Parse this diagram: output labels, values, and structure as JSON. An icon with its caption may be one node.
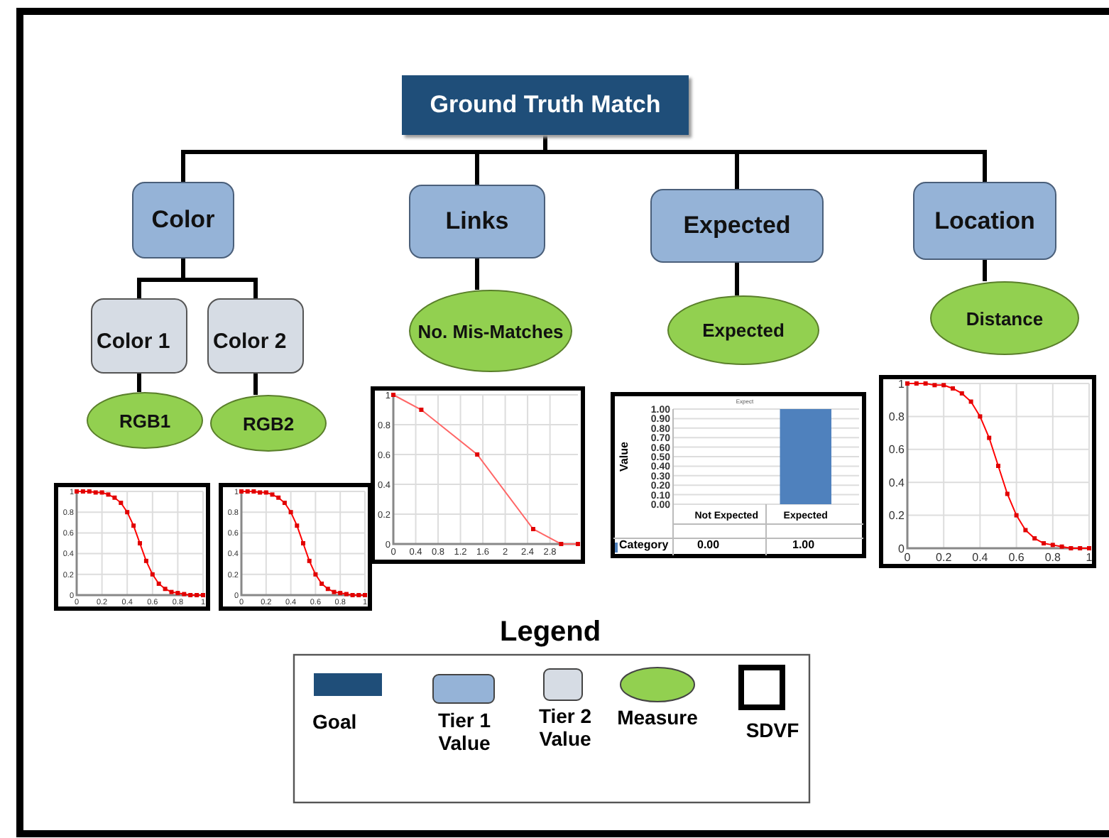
{
  "diagram": {
    "nodes": [
      {
        "text": [
          "Ground Truth Match"
        ]
      },
      {
        "text": [
          "Color"
        ]
      },
      {
        "text": [
          "Links"
        ]
      },
      {
        "text": [
          "Expected"
        ]
      },
      {
        "text": [
          "Location"
        ]
      },
      {
        "text": [
          "Color 1"
        ]
      },
      {
        "text": [
          "Color 2"
        ]
      },
      {
        "text": [
          "RGB1"
        ]
      },
      {
        "text": [
          "RGB2"
        ]
      },
      {
        "text": [
          "No. Mis-Matches"
        ]
      },
      {
        "text": [
          "Expected"
        ]
      },
      {
        "text": [
          "Distance"
        ]
      }
    ],
    "edges": [
      {
        "from": 0,
        "to": 1,
        "arrow": "none"
      },
      {
        "from": 0,
        "to": 2,
        "arrow": "none"
      },
      {
        "from": 0,
        "to": 3,
        "arrow": "none"
      },
      {
        "from": 0,
        "to": 4,
        "arrow": "none"
      },
      {
        "from": 1,
        "to": 5,
        "arrow": "none"
      },
      {
        "from": 1,
        "to": 6,
        "arrow": "none"
      },
      {
        "from": 5,
        "to": 7,
        "arrow": "none"
      },
      {
        "from": 6,
        "to": 8,
        "arrow": "none"
      },
      {
        "from": 2,
        "to": 9,
        "arrow": "none"
      },
      {
        "from": 3,
        "to": 10,
        "arrow": "none"
      },
      {
        "from": 4,
        "to": 11,
        "arrow": "none"
      }
    ],
    "labels": [
      "Legend",
      "Category",
      "0.00",
      "1.00"
    ],
    "legend": [
      {
        "text": "Goal",
        "color": "#1f4e79"
      },
      {
        "text": "Tier 1 Value",
        "color": "#95b3d7"
      },
      {
        "text": "Tier 2 Value",
        "color": "#d6dce4"
      },
      {
        "text": "Measure",
        "color": "#92d050"
      },
      {
        "text": "SDVF"
      }
    ],
    "chart_data": [
      {
        "type": "line",
        "grid": true,
        "x": [
          0,
          0.05,
          0.1,
          0.15,
          0.2,
          0.25,
          0.3,
          0.35,
          0.4,
          0.45,
          0.5,
          0.55,
          0.6,
          0.65,
          0.7,
          0.75,
          0.8,
          0.85,
          0.9,
          0.95,
          1
        ],
        "series": [
          {
            "color": "#ff0000",
            "marker": "square",
            "values": [
              1,
              1,
              1,
              0.99,
              0.99,
              0.97,
              0.94,
              0.89,
              0.8,
              0.67,
              0.5,
              0.33,
              0.2,
              0.11,
              0.06,
              0.03,
              0.02,
              0.01,
              0,
              0,
              0
            ]
          }
        ],
        "xlim": [
          0,
          1
        ],
        "ylim": [
          0,
          1
        ],
        "xticks": [
          0,
          0.2,
          0.4,
          0.6,
          0.8,
          1
        ],
        "yticks": [
          0,
          0.2,
          0.4,
          0.6,
          0.8,
          1
        ]
      },
      {
        "type": "line",
        "grid": true,
        "x": [
          0,
          0.05,
          0.1,
          0.15,
          0.2,
          0.25,
          0.3,
          0.35,
          0.4,
          0.45,
          0.5,
          0.55,
          0.6,
          0.65,
          0.7,
          0.75,
          0.8,
          0.85,
          0.9,
          0.95,
          1
        ],
        "series": [
          {
            "color": "#ff0000",
            "marker": "square",
            "values": [
              1,
              1,
              1,
              0.99,
              0.99,
              0.97,
              0.94,
              0.89,
              0.8,
              0.67,
              0.5,
              0.33,
              0.2,
              0.11,
              0.06,
              0.03,
              0.02,
              0.01,
              0,
              0,
              0
            ]
          }
        ],
        "xlim": [
          0,
          1
        ],
        "ylim": [
          0,
          1
        ],
        "xticks": [
          0,
          0.2,
          0.4,
          0.6,
          0.8,
          1
        ],
        "yticks": [
          0,
          0.2,
          0.4,
          0.6,
          0.8,
          1
        ]
      },
      {
        "type": "line",
        "grid": true,
        "x": [
          0,
          0.5,
          1.5,
          2.5,
          3,
          3.3
        ],
        "series": [
          {
            "color": "#ff6666",
            "marker": "square",
            "values": [
              1,
              0.9,
              0.6,
              0.1,
              0,
              0
            ]
          }
        ],
        "xlim": [
          0,
          3.3
        ],
        "ylim": [
          0,
          1
        ],
        "xticks": [
          0,
          0.4,
          0.8,
          1.2,
          1.6,
          2,
          2.4,
          2.8
        ],
        "yticks": [
          0,
          0.2,
          0.4,
          0.6,
          0.8,
          1
        ]
      },
      {
        "type": "bar",
        "grid": true,
        "title": "Expect",
        "ylabel": "Value",
        "categories": [
          "Not Expected",
          "Expected"
        ],
        "series": [
          {
            "color": "#4f81bd",
            "values": [
              0,
              1
            ]
          }
        ],
        "ylim": [
          0,
          1
        ],
        "yticks": [
          {
            "value": 0,
            "label": "0.00"
          },
          {
            "value": 0.1,
            "label": "0.10"
          },
          {
            "value": 0.2,
            "label": "0.20"
          },
          {
            "value": 0.3,
            "label": "0.30"
          },
          {
            "value": 0.4,
            "label": "0.40"
          },
          {
            "value": 0.5,
            "label": "0.50"
          },
          {
            "value": 0.6,
            "label": "0.60"
          },
          {
            "value": 0.7,
            "label": "0.70"
          },
          {
            "value": 0.8,
            "label": "0.80"
          },
          {
            "value": 0.9,
            "label": "0.90"
          },
          {
            "value": 1,
            "label": "1.00"
          }
        ]
      },
      {
        "type": "line",
        "grid": true,
        "x": [
          0,
          0.05,
          0.1,
          0.15,
          0.2,
          0.25,
          0.3,
          0.35,
          0.4,
          0.45,
          0.5,
          0.55,
          0.6,
          0.65,
          0.7,
          0.75,
          0.8,
          0.85,
          0.9,
          0.95,
          1
        ],
        "series": [
          {
            "color": "#ff0000",
            "marker": "square",
            "values": [
              1,
              1,
              1,
              0.99,
              0.99,
              0.97,
              0.94,
              0.89,
              0.8,
              0.67,
              0.5,
              0.33,
              0.2,
              0.11,
              0.06,
              0.03,
              0.02,
              0.01,
              0,
              0,
              0
            ]
          }
        ],
        "xlim": [
          0,
          1
        ],
        "ylim": [
          0,
          1
        ],
        "xticks": [
          0,
          0.2,
          0.4,
          0.6,
          0.8,
          1
        ],
        "yticks": [
          0,
          0.2,
          0.4,
          0.6,
          0.8,
          1
        ]
      }
    ]
  }
}
